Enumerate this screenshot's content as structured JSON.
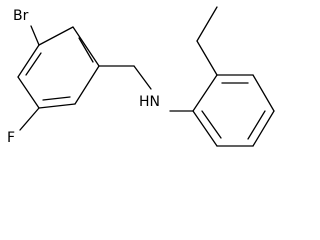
{
  "molecule": {
    "atom_labels": {
      "br": "Br",
      "f": "F",
      "nh": "HN"
    },
    "colors": {
      "bond": "#000000",
      "label": "#000000",
      "background": "#ffffff"
    }
  }
}
